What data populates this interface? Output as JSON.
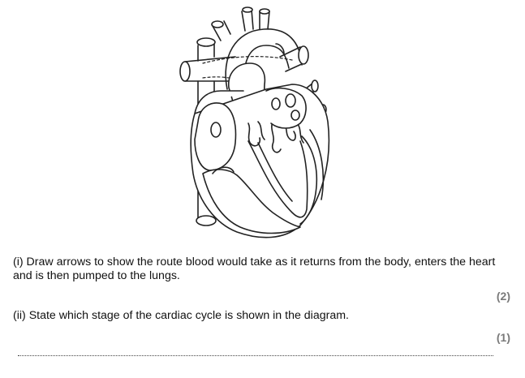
{
  "diagram": {
    "description_icon": "heart-cross-section-icon"
  },
  "questions": [
    {
      "text": "(i)  Draw arrows to show the route blood would take as it returns from the body, enters the heart and is then pumped to the lungs.",
      "marks": "(2)"
    },
    {
      "text": "(ii)  State which stage of the cardiac cycle is shown in the diagram.",
      "marks": "(1)"
    }
  ]
}
